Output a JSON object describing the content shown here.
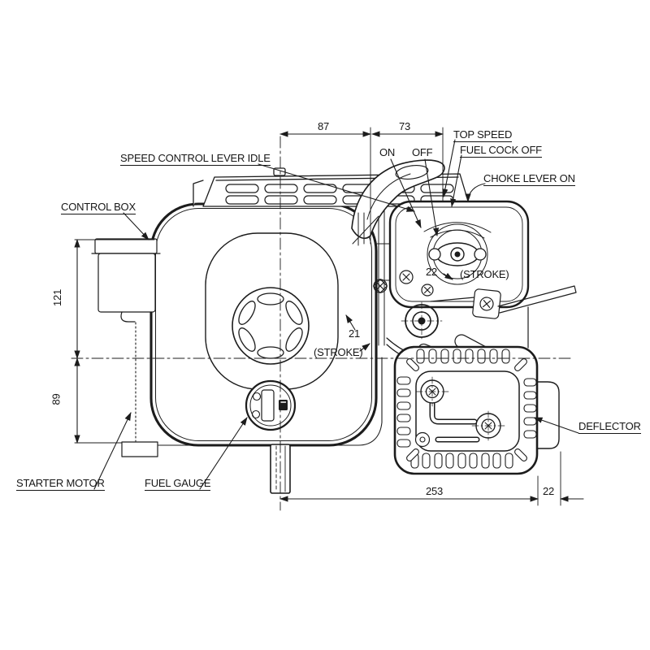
{
  "diagram": {
    "type": "engine-dimension-line-drawing",
    "labels": {
      "speed_control_lever": "SPEED CONTROL LEVER IDLE",
      "control_box": "CONTROL BOX",
      "on": "ON",
      "off": "OFF",
      "top_speed": "TOP SPEED",
      "fuel_cock_off": "FUEL COCK OFF",
      "choke_lever_on": "CHOKE LEVER ON",
      "stroke_tank_value": "22",
      "stroke_tank_label": "(STROKE)",
      "stroke_carb_value": "21",
      "stroke_carb_label": "(STROKE)",
      "starter_motor": "STARTER MOTOR",
      "fuel_gauge": "FUEL GAUGE",
      "deflector": "DEFLECTOR"
    },
    "dimensions": {
      "top_width_left": "87",
      "top_width_right": "73",
      "left_height_upper": "121",
      "left_height_lower": "89",
      "bottom_width_main": "253",
      "bottom_width_right": "22"
    },
    "colors": {
      "line": "#1c1c1c",
      "background": "#ffffff"
    }
  }
}
